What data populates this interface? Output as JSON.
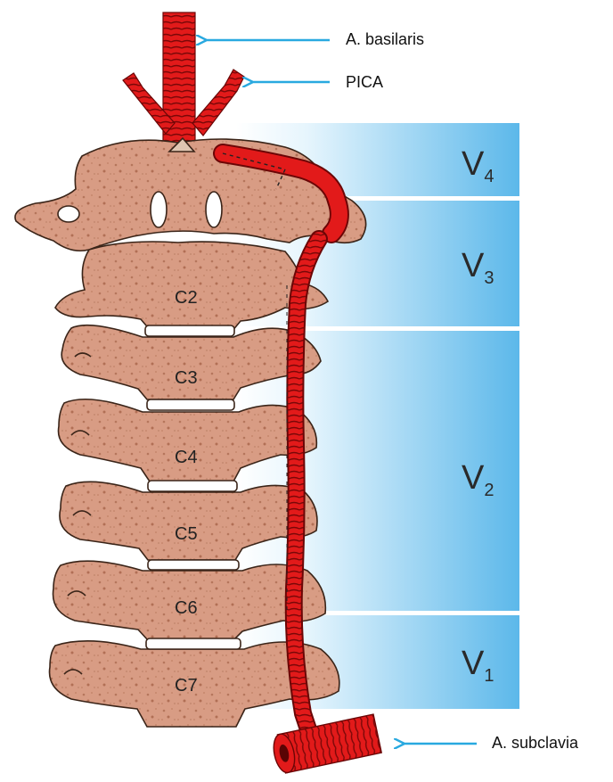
{
  "annotations": {
    "basilaris": "A. basilaris",
    "pica": "PICA",
    "subclavia": "A. subclavia"
  },
  "segments": [
    {
      "main": "V",
      "sub": "4"
    },
    {
      "main": "V",
      "sub": "3"
    },
    {
      "main": "V",
      "sub": "2"
    },
    {
      "main": "V",
      "sub": "1"
    }
  ],
  "vertebrae": [
    "C2",
    "C3",
    "C4",
    "C5",
    "C6",
    "C7"
  ],
  "colors": {
    "bone": "#d79a82",
    "bone_dark": "#a86a50",
    "artery": "#e21a1a",
    "arrow": "#29a9e0",
    "band_light": "#e6f5fd",
    "band_dark": "#5cb8ea"
  }
}
